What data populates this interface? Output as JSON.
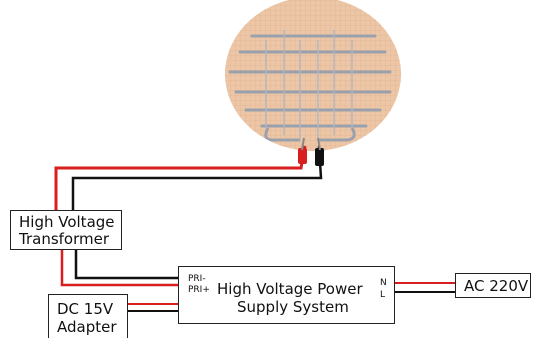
{
  "labels": {
    "transformer_line1": "High Voltage",
    "transformer_line2": "Transformer",
    "psu_line1": "High Voltage Power",
    "psu_line2": "Supply System",
    "pri_minus": "PRI-",
    "pri_plus": "PRI+",
    "n": "N",
    "l": "L",
    "ac": "AC 220V",
    "dc_line1": "DC 15V",
    "dc_line2": "Adapter"
  },
  "colors": {
    "red_wire": "#d81e1e",
    "black_wire": "#111111",
    "heater_pad": "#ecc6a6",
    "heater_coil": "#9aa1ad"
  }
}
